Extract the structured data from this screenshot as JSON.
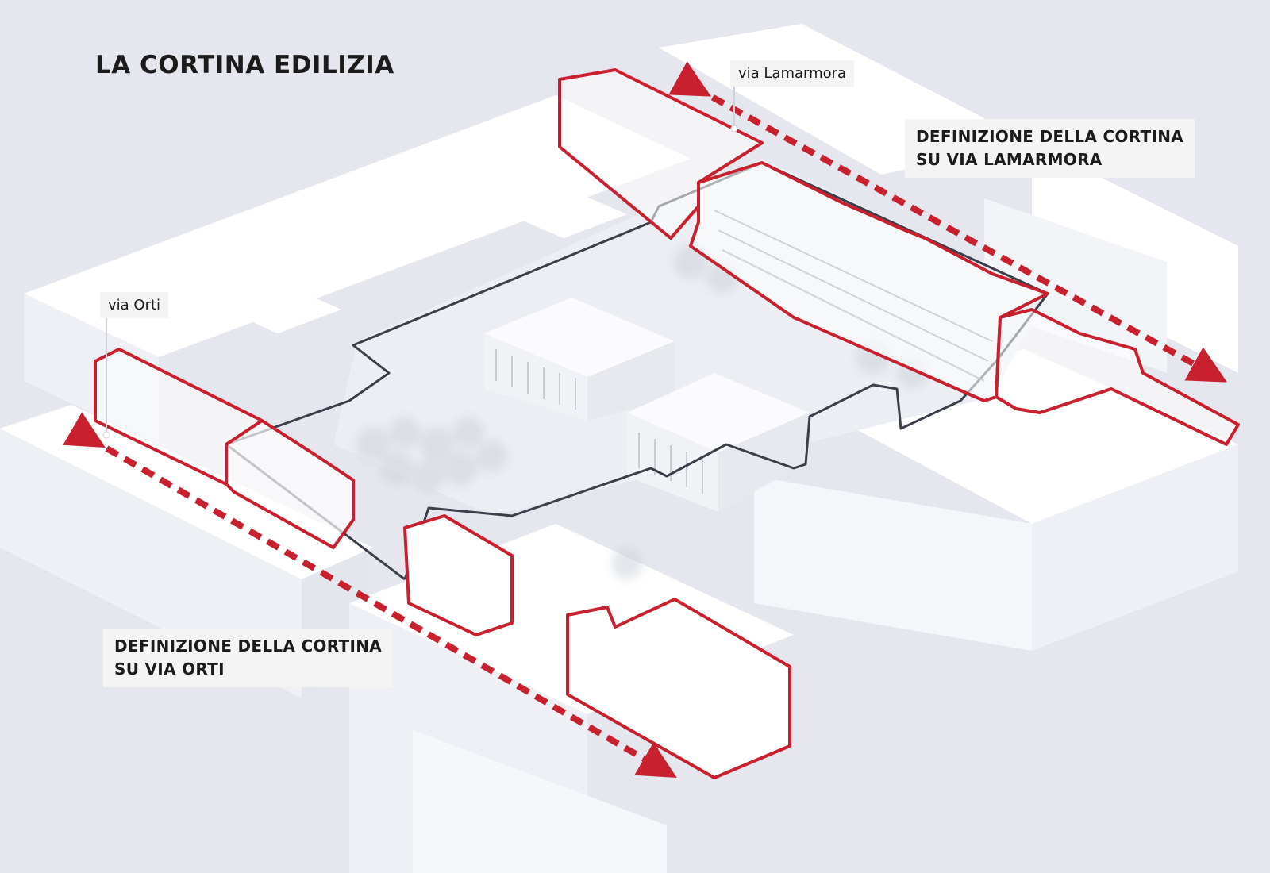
{
  "title": "LA CORTINA EDILIZIA",
  "labels": {
    "via_lamarmora": "via Lamarmora",
    "via_orti": "via Orti",
    "lamarmora_def_line1": "DEFINIZIONE DELLA CORTINA",
    "lamarmora_def_line2": "SU VIA LAMARMORA",
    "orti_def_line1": "DEFINIZIONE DELLA CORTINA",
    "orti_def_line2": "SU VIA ORTI"
  },
  "colors": {
    "background": "#e6e7ee",
    "building_top": "#ffffff",
    "building_side": "#eef0f5",
    "highlight_red": "#c8202e",
    "outline_dark": "#3a3f4a",
    "label_bg": "#f4f4f4"
  }
}
